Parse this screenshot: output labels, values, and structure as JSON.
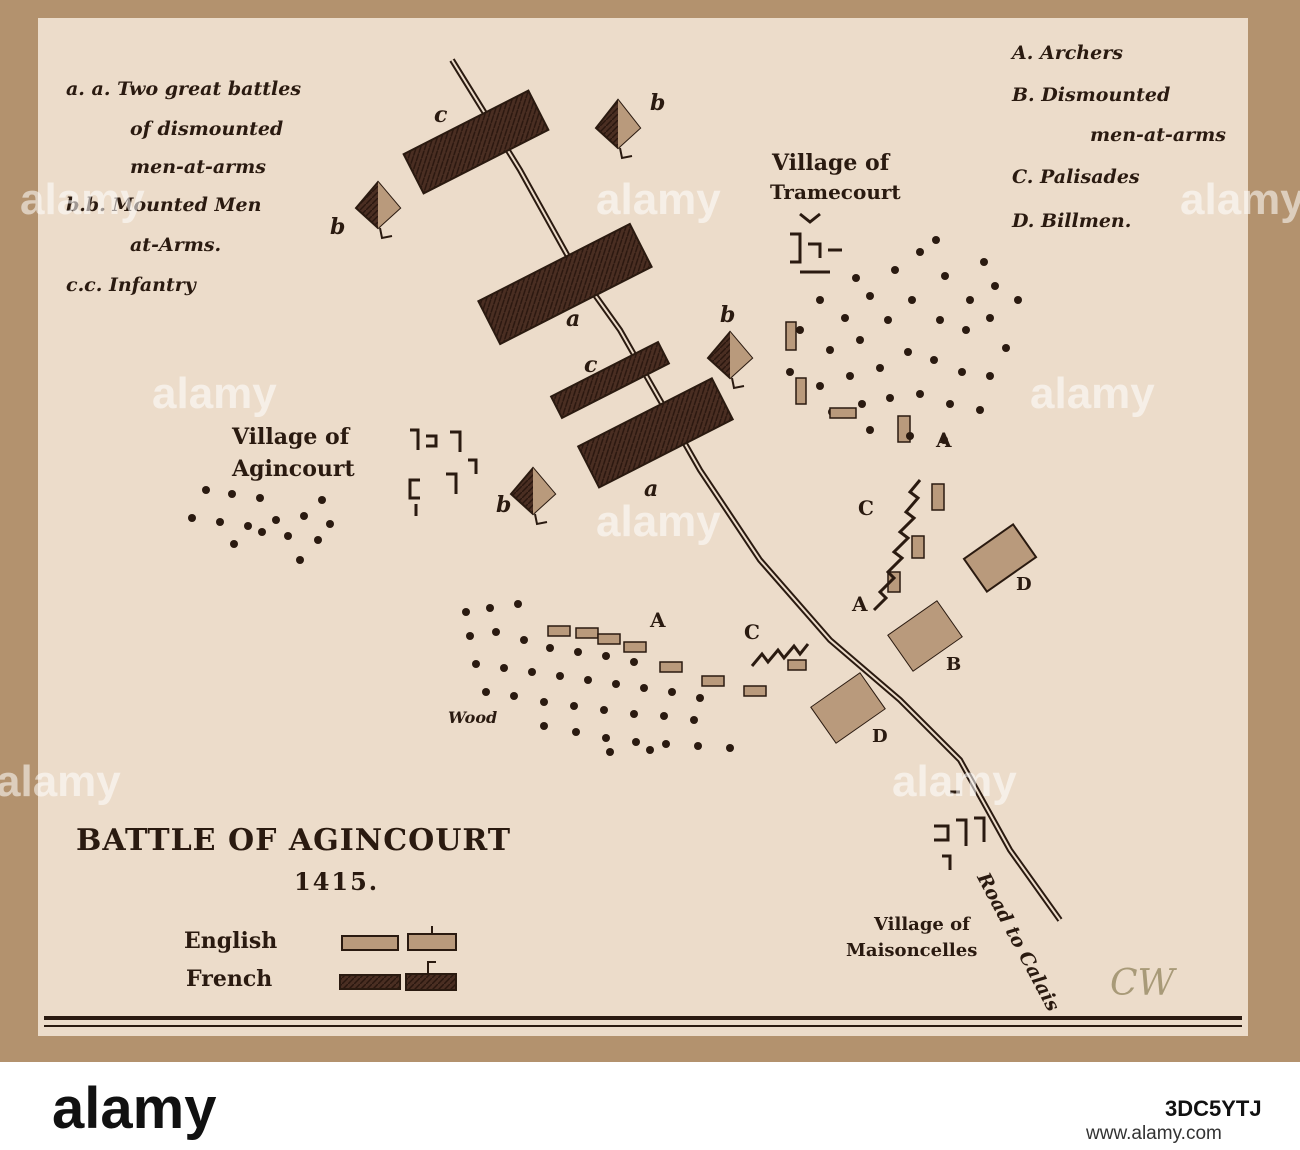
{
  "title": "BATTLE OF AGINCOURT",
  "year": "1415.",
  "legend_left": {
    "a1": "a. a. Two great battles",
    "a2": "of dismounted",
    "a3": "men-at-arms",
    "b1": "b.b. Mounted Men",
    "b2": "at-Arms.",
    "c1": "c.c. Infantry"
  },
  "legend_right": {
    "A": "A. Archers",
    "B1": "B. Dismounted",
    "B2": "men-at-arms",
    "C": "C. Palisades",
    "D": "D. Billmen."
  },
  "key": {
    "english": "English",
    "french": "French"
  },
  "places": {
    "tramecourt1": "Village of",
    "tramecourt2": "Tramecourt",
    "agincourt1": "Village of",
    "agincourt2": "Agincourt",
    "maisoncelles1": "Village of",
    "maisoncelles2": "Maisoncelles",
    "wood": "Wood",
    "road": "Road to Calais"
  },
  "markers": {
    "c": "c",
    "b": "b",
    "a": "a",
    "A": "A",
    "B": "B",
    "C": "C",
    "D": "D"
  },
  "signature": "CW",
  "watermark": "alamy",
  "stock": {
    "logo": "alamy",
    "id": "3DC5YTJ",
    "url": "www.alamy.com"
  },
  "colors": {
    "french": "#4a2e22",
    "english": "#b99a7c",
    "paper": "#ecdcca",
    "ink": "#2a1a10",
    "frame": "#b3926e"
  }
}
